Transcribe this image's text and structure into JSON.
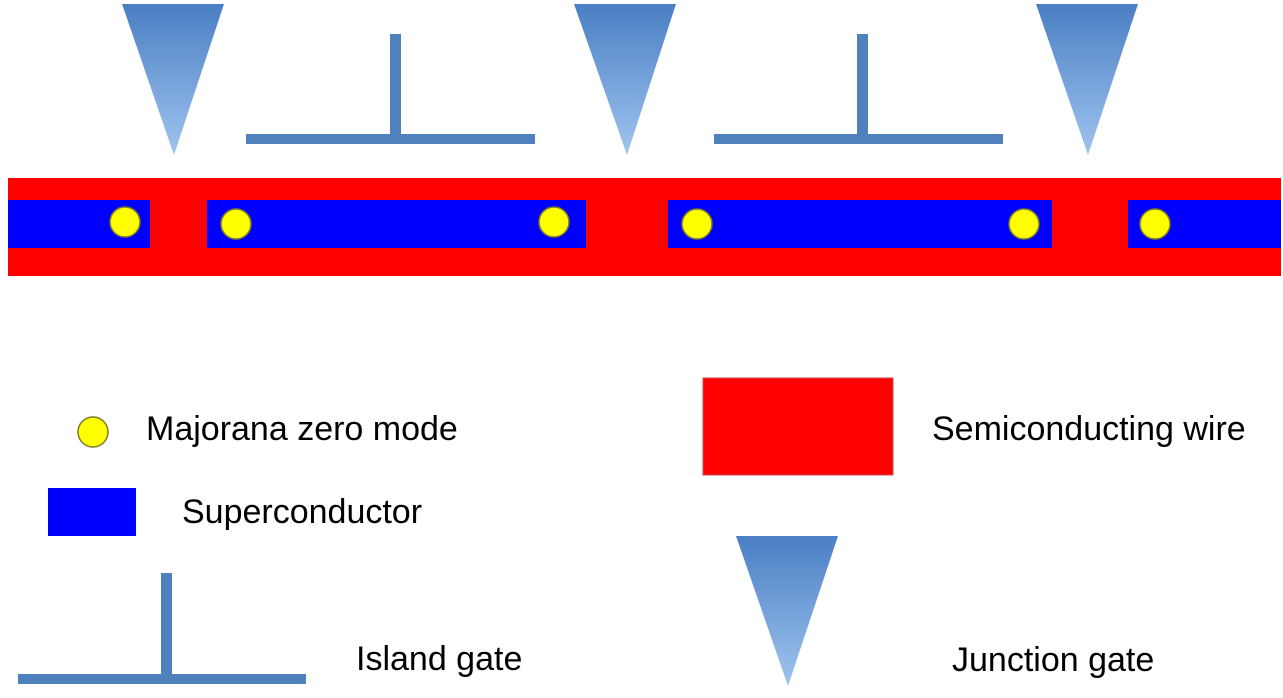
{
  "colors": {
    "wire": "#ff0000",
    "superconductor": "#0000ff",
    "mode_fill": "#ffff00",
    "mode_stroke": "#7a7a2a",
    "gate": "#4f81bd",
    "junction_gate_top": "#4a7fc4",
    "junction_gate_bottom": "#9fc4ef"
  },
  "icons": {
    "majorana_mode": "yellow-circle",
    "superconductor": "blue-rectangle",
    "semiconducting_wire": "red-rectangle",
    "island_gate": "inverted-t-shape",
    "junction_gate": "downward-triangle"
  },
  "legend": {
    "majorana_zero_mode": "Majorana zero mode",
    "superconductor": "Superconductor",
    "island_gate": "Island gate",
    "semiconducting_wire": "Semiconducting wire",
    "junction_gate": "Junction gate"
  }
}
